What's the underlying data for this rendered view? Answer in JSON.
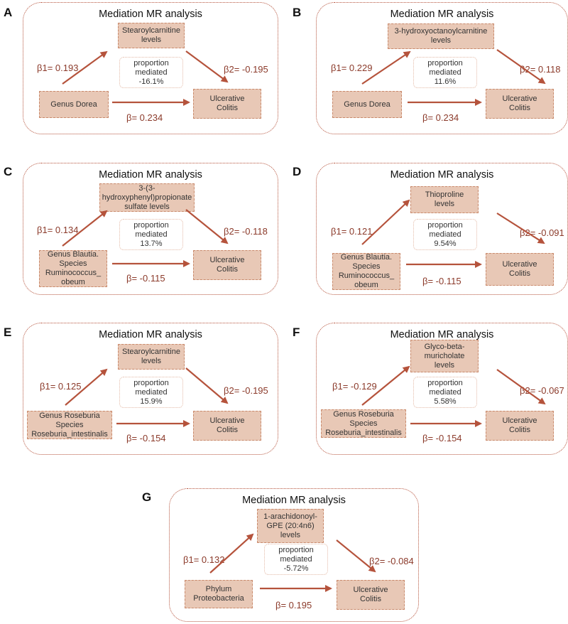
{
  "colors": {
    "arrow": "#b5533c",
    "box_fill": "#e8c8b6",
    "border": "#b5533c",
    "beta_text": "#8b3a2a"
  },
  "panels": [
    {
      "letter": "A",
      "title": "Mediation MR analysis",
      "mediator": [
        "Stearoylcarnitine",
        "levels"
      ],
      "exposure": [
        "Genus Dorea"
      ],
      "outcome": [
        "Ulcerative",
        "Colitis"
      ],
      "proportion": [
        "proportion",
        "mediated",
        "-16.1%"
      ],
      "beta1": "β1= 0.193",
      "beta2": "β2= -0.195",
      "beta": "β= 0.234"
    },
    {
      "letter": "B",
      "title": "Mediation MR analysis",
      "mediator": [
        "3-hydroxyoctanoylcarnitine",
        "levels"
      ],
      "exposure": [
        "Genus Dorea"
      ],
      "outcome": [
        "Ulcerative",
        "Colitis"
      ],
      "proportion": [
        "proportion",
        "mediated",
        "11.6%"
      ],
      "beta1": "β1= 0.229",
      "beta2": "β2= 0.118",
      "beta": "β= 0.234"
    },
    {
      "letter": "C",
      "title": "Mediation MR analysis",
      "mediator": [
        "3-(3-",
        "hydroxyphenyl)propionate",
        "sulfate levels"
      ],
      "exposure": [
        "Genus Blautia.",
        "Species",
        "Ruminococcus_",
        "obeum"
      ],
      "outcome": [
        "Ulcerative",
        "Colitis"
      ],
      "proportion": [
        "proportion",
        "mediated",
        "13.7%"
      ],
      "beta1": "β1= 0.134",
      "beta2": "β2= -0.118",
      "beta": "β= -0.115"
    },
    {
      "letter": "D",
      "title": "Mediation MR analysis",
      "mediator": [
        "Thioproline",
        "levels"
      ],
      "exposure": [
        "Genus Blautia.",
        "Species",
        "Ruminococcus_",
        "obeum"
      ],
      "outcome": [
        "Ulcerative",
        "Colitis"
      ],
      "proportion": [
        "proportion",
        "mediated",
        "9.54%"
      ],
      "beta1": "β1= 0.121",
      "beta2": "β2= -0.091",
      "beta": "β= -0.115"
    },
    {
      "letter": "E",
      "title": "Mediation MR analysis",
      "mediator": [
        "Stearoylcarnitine",
        "levels"
      ],
      "exposure": [
        "Genus Roseburia",
        "Species",
        "Roseburia_intestinalis"
      ],
      "outcome": [
        "Ulcerative",
        "Colitis"
      ],
      "proportion": [
        "proportion",
        "mediated",
        "15.9%"
      ],
      "beta1": "β1= 0.125",
      "beta2": "β2= -0.195",
      "beta": "β= -0.154"
    },
    {
      "letter": "F",
      "title": "Mediation MR analysis",
      "mediator": [
        "Glyco-beta-",
        "muricholate",
        "levels"
      ],
      "exposure": [
        "Genus Roseburia",
        "Species",
        "Roseburia_intestinalis"
      ],
      "outcome": [
        "Ulcerative",
        "Colitis"
      ],
      "proportion": [
        "proportion",
        "mediated",
        "5.58%"
      ],
      "beta1": "β1= -0.129",
      "beta2": "β2= -0.067",
      "beta": "β= -0.154"
    },
    {
      "letter": "G",
      "title": "Mediation MR analysis",
      "mediator": [
        "1-arachidonoyl-",
        "GPE (20:4n6)",
        "levels"
      ],
      "exposure": [
        "Phylum",
        "Proteobacteria"
      ],
      "outcome": [
        "Ulcerative",
        "Colitis"
      ],
      "proportion": [
        "proportion",
        "mediated",
        "-5.72%"
      ],
      "beta1": "β1= 0.132",
      "beta2": "β2= -0.084",
      "beta": "β= 0.195"
    }
  ]
}
